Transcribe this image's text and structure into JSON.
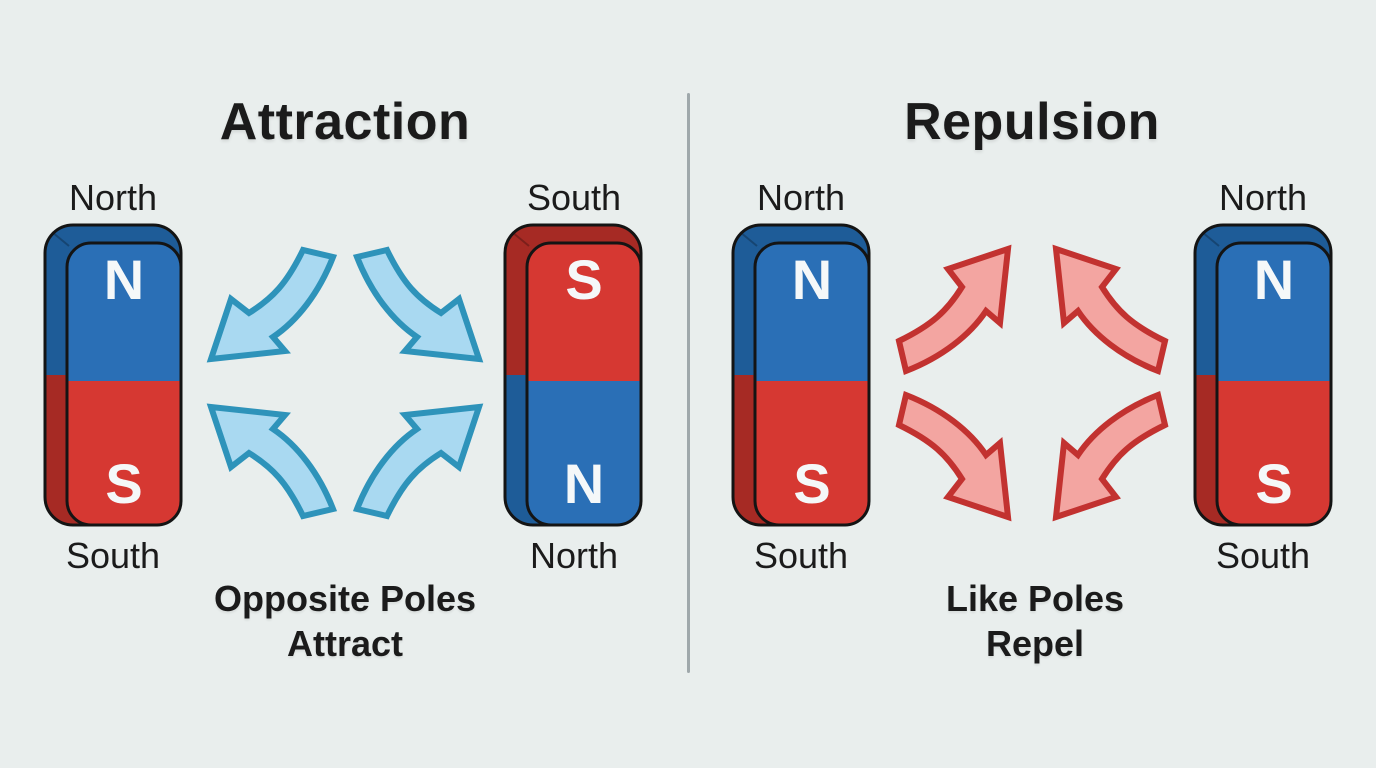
{
  "diagram": {
    "background_color": "#e9eeed",
    "divider_color": "#9fa8ab",
    "text_color": "#1b1b1b"
  },
  "colors": {
    "pole_n_bright": "#2a6fb6",
    "pole_n_dark": "#1e5c98",
    "pole_s_bright": "#d63832",
    "pole_s_dark": "#a62a24",
    "magnet_outline": "#141414",
    "pole_letter": "#f5f8f9"
  },
  "panels": [
    {
      "title": "Attraction",
      "caption_line1": "Opposite Poles",
      "caption_line2": "Attract",
      "arrow_fill": "#a9d9f1",
      "arrow_stroke": "#2e93ba",
      "magnets": [
        {
          "top_label": "North",
          "bottom_label": "South",
          "top_letter": "N",
          "bottom_letter": "S"
        },
        {
          "top_label": "South",
          "bottom_label": "North",
          "top_letter": "S",
          "bottom_letter": "N"
        }
      ]
    },
    {
      "title": "Repulsion",
      "caption_line1": "Like Poles",
      "caption_line2": "Repel",
      "arrow_fill": "#f3a5a1",
      "arrow_stroke": "#c23230",
      "magnets": [
        {
          "top_label": "North",
          "bottom_label": "South",
          "top_letter": "N",
          "bottom_letter": "S"
        },
        {
          "top_label": "North",
          "bottom_label": "South",
          "top_letter": "N",
          "bottom_letter": "S"
        }
      ]
    }
  ]
}
